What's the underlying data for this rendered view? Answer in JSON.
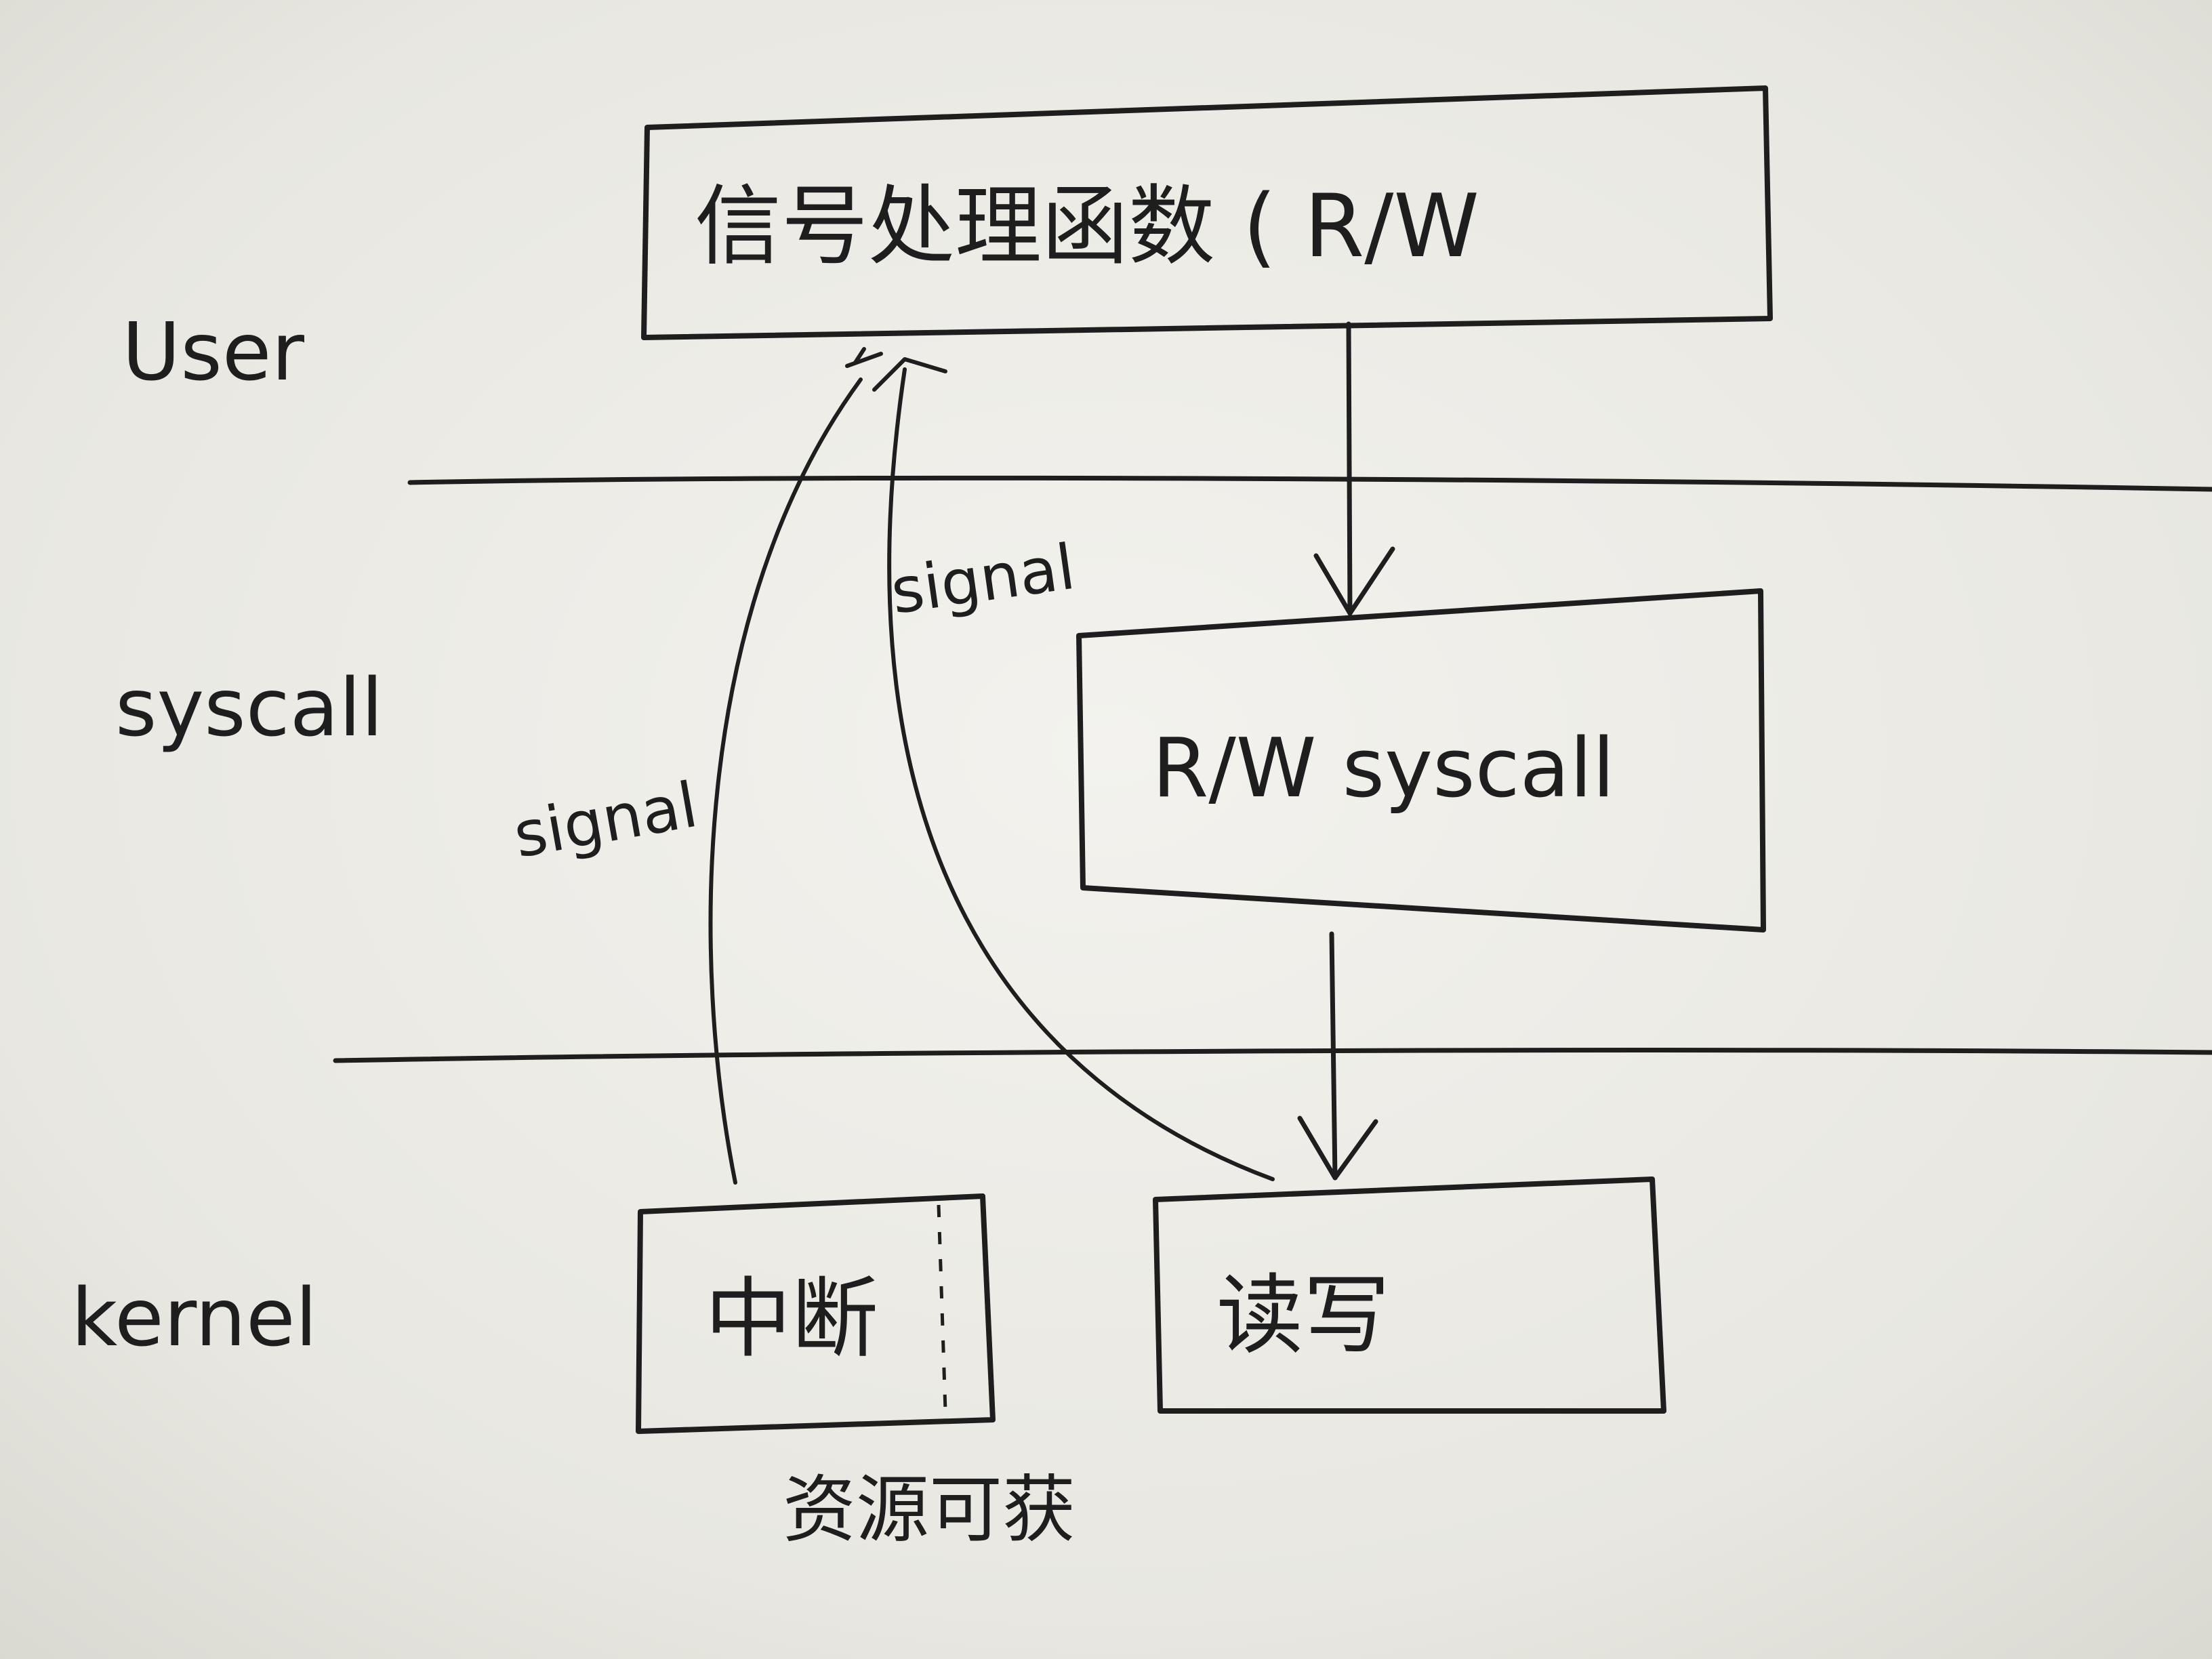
{
  "layers": {
    "user": "User",
    "syscall": "syscall",
    "kernel": "kernel"
  },
  "boxes": {
    "handler": "信号处理函数 ( R/W",
    "rw_syscall": "R/W syscall",
    "interrupt": "中断",
    "read_write": "读写"
  },
  "arrows": {
    "signal_from_interrupt": "signal",
    "signal_from_read_write": "signal"
  },
  "notes": {
    "resource_available": "资源可获"
  },
  "colors": {
    "paper": "#ecebe6",
    "ink": "#1e1e1e"
  }
}
